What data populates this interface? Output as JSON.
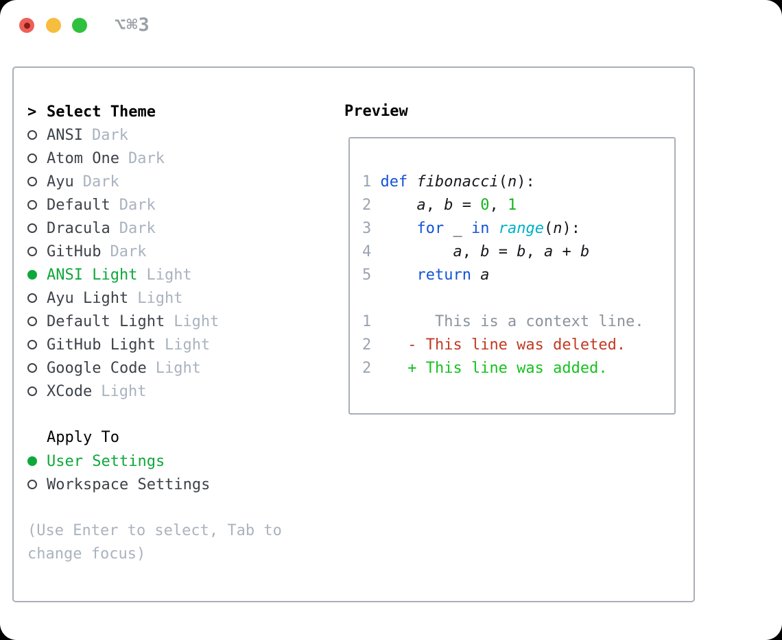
{
  "window": {
    "shortcut": "⌥⌘3"
  },
  "palette": {
    "kw": "#1353d8",
    "cy": "#00b1c4",
    "gr": "#15b51f",
    "tx": "#16181d",
    "ctx": "#8b939e",
    "del": "#c03a23",
    "add": "#15c21e",
    "ln": "#9aa3b0",
    "selected_green": "#0ea83a",
    "item_text": "#3d4249",
    "tag_gray": "#a9b2bf",
    "hint_gray": "#aab3bd",
    "border": "#a9aeb8",
    "traffic_red": "#ed5f59",
    "traffic_red_dot": "#8c1d12",
    "traffic_yellow": "#f6bd3f",
    "traffic_green": "#2fc13e",
    "title_gray": "#9aa0a6"
  },
  "themes": {
    "cursor": ">",
    "header": "Select Theme",
    "items": [
      {
        "name": "ANSI",
        "tag": "Dark",
        "selected": false
      },
      {
        "name": "Atom One",
        "tag": "Dark",
        "selected": false
      },
      {
        "name": "Ayu",
        "tag": "Dark",
        "selected": false
      },
      {
        "name": "Default",
        "tag": "Dark",
        "selected": false
      },
      {
        "name": "Dracula",
        "tag": "Dark",
        "selected": false
      },
      {
        "name": "GitHub",
        "tag": "Dark",
        "selected": false
      },
      {
        "name": "ANSI Light",
        "tag": "Light",
        "selected": true
      },
      {
        "name": "Ayu Light",
        "tag": "Light",
        "selected": false
      },
      {
        "name": "Default Light",
        "tag": "Light",
        "selected": false
      },
      {
        "name": "GitHub Light",
        "tag": "Light",
        "selected": false
      },
      {
        "name": "Google Code",
        "tag": "Light",
        "selected": false
      },
      {
        "name": "XCode",
        "tag": "Light",
        "selected": false
      }
    ]
  },
  "apply_to": {
    "header": "Apply To",
    "options": [
      {
        "label": "User Settings",
        "selected": true
      },
      {
        "label": "Workspace Settings",
        "selected": false
      }
    ]
  },
  "hint": {
    "text": "(Use Enter to select, Tab to change focus)"
  },
  "preview": {
    "title": "Preview",
    "lines": [
      {
        "segs": [
          {
            "t": "1 ",
            "c": "ln"
          },
          {
            "t": "def",
            "c": "kw"
          },
          {
            "t": " ",
            "c": "tx"
          },
          {
            "t": "fibonacci",
            "c": "tx",
            "i": 1
          },
          {
            "t": "(",
            "c": "tx"
          },
          {
            "t": "n",
            "c": "tx",
            "i": 1
          },
          {
            "t": "):",
            "c": "tx"
          }
        ]
      },
      {
        "segs": [
          {
            "t": "2 ",
            "c": "ln"
          },
          {
            "t": "    ",
            "c": "tx"
          },
          {
            "t": "a",
            "c": "tx",
            "i": 1
          },
          {
            "t": ", ",
            "c": "tx"
          },
          {
            "t": "b",
            "c": "tx",
            "i": 1
          },
          {
            "t": " = ",
            "c": "tx"
          },
          {
            "t": "0",
            "c": "gr"
          },
          {
            "t": ", ",
            "c": "tx"
          },
          {
            "t": "1",
            "c": "gr"
          }
        ]
      },
      {
        "segs": [
          {
            "t": "3 ",
            "c": "ln"
          },
          {
            "t": "    ",
            "c": "tx"
          },
          {
            "t": "for",
            "c": "kw"
          },
          {
            "t": " _ ",
            "c": "tx"
          },
          {
            "t": "in",
            "c": "kw"
          },
          {
            "t": " ",
            "c": "tx"
          },
          {
            "t": "range",
            "c": "cy",
            "i": 1
          },
          {
            "t": "(",
            "c": "tx"
          },
          {
            "t": "n",
            "c": "tx",
            "i": 1
          },
          {
            "t": "):",
            "c": "tx"
          }
        ]
      },
      {
        "segs": [
          {
            "t": "4 ",
            "c": "ln"
          },
          {
            "t": "        ",
            "c": "tx"
          },
          {
            "t": "a",
            "c": "tx",
            "i": 1
          },
          {
            "t": ", ",
            "c": "tx"
          },
          {
            "t": "b",
            "c": "tx",
            "i": 1
          },
          {
            "t": " = ",
            "c": "tx"
          },
          {
            "t": "b",
            "c": "tx",
            "i": 1
          },
          {
            "t": ", ",
            "c": "tx"
          },
          {
            "t": "a",
            "c": "tx",
            "i": 1
          },
          {
            "t": " + ",
            "c": "tx"
          },
          {
            "t": "b",
            "c": "tx",
            "i": 1
          }
        ]
      },
      {
        "segs": [
          {
            "t": "5 ",
            "c": "ln"
          },
          {
            "t": "    ",
            "c": "tx"
          },
          {
            "t": "return",
            "c": "kw"
          },
          {
            "t": " ",
            "c": "tx"
          },
          {
            "t": "a",
            "c": "tx",
            "i": 1
          }
        ]
      },
      {
        "segs": []
      },
      {
        "segs": [
          {
            "t": "1 ",
            "c": "ln"
          },
          {
            "t": "      This is a context line.",
            "c": "ctx"
          }
        ]
      },
      {
        "segs": [
          {
            "t": "2 ",
            "c": "ln"
          },
          {
            "t": "   - This line was deleted.",
            "c": "del"
          }
        ]
      },
      {
        "segs": [
          {
            "t": "2 ",
            "c": "ln"
          },
          {
            "t": "   + This line was added.",
            "c": "add"
          }
        ]
      }
    ]
  }
}
